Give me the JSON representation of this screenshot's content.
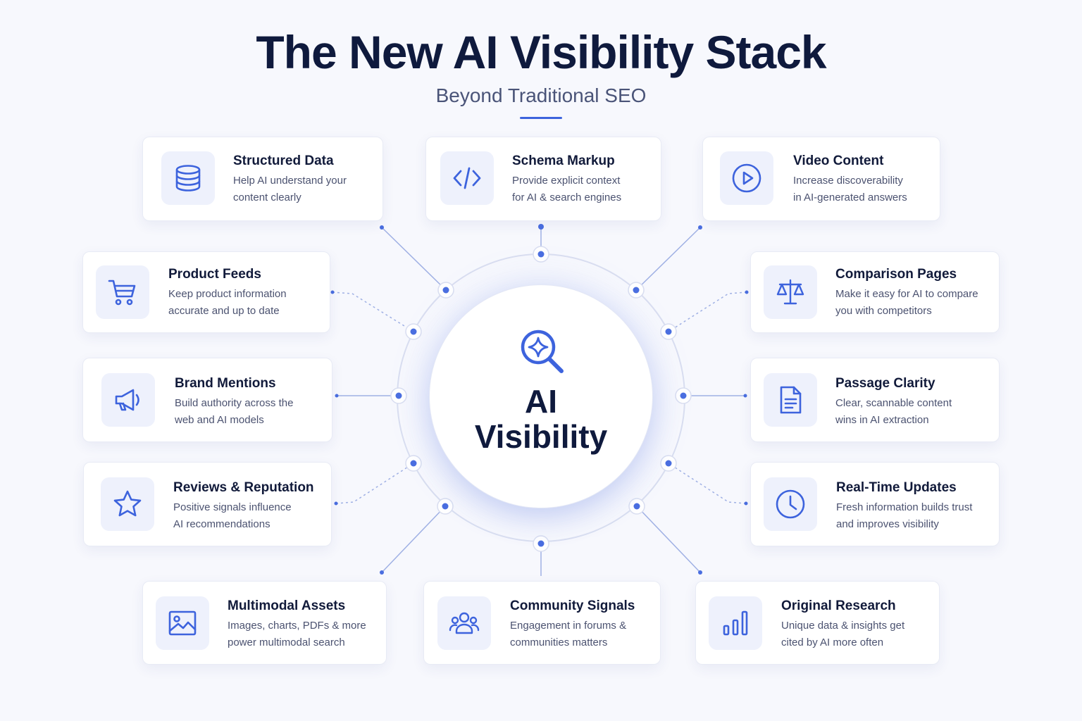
{
  "header": {
    "title": "The New AI Visibility Stack",
    "subtitle": "Beyond Traditional SEO"
  },
  "hub": {
    "label_line1": "AI",
    "label_line2": "Visibility",
    "icon": "sparkle-search-icon"
  },
  "colors": {
    "accent": "#3d63dd",
    "title": "#0f1a3d",
    "background": "#f7f8fd"
  },
  "cards": [
    {
      "key": "structured-data",
      "title": "Structured Data",
      "line1": "Help AI understand your",
      "line2": "content clearly",
      "icon": "database-icon"
    },
    {
      "key": "schema-markup",
      "title": "Schema Markup",
      "line1": "Provide explicit context",
      "line2": "for AI & search engines",
      "icon": "code-icon"
    },
    {
      "key": "video-content",
      "title": "Video Content",
      "line1": "Increase discoverability",
      "line2": "in AI-generated answers",
      "icon": "play-icon"
    },
    {
      "key": "product-feeds",
      "title": "Product Feeds",
      "line1": "Keep product information",
      "line2": "accurate and up to date",
      "icon": "cart-icon"
    },
    {
      "key": "comparison-pages",
      "title": "Comparison Pages",
      "line1": "Make it easy for AI to compare",
      "line2": "you with competitors",
      "icon": "scales-icon"
    },
    {
      "key": "brand-mentions",
      "title": "Brand Mentions",
      "line1": "Build authority across the",
      "line2": "web and AI models",
      "icon": "megaphone-icon"
    },
    {
      "key": "passage-clarity",
      "title": "Passage Clarity",
      "line1": "Clear, scannable content",
      "line2": "wins in AI extraction",
      "icon": "document-icon"
    },
    {
      "key": "reviews-reputation",
      "title": "Reviews & Reputation",
      "line1": "Positive signals influence",
      "line2": "AI recommendations",
      "icon": "star-icon"
    },
    {
      "key": "real-time-updates",
      "title": "Real-Time Updates",
      "line1": "Fresh information builds trust",
      "line2": "and improves visibility",
      "icon": "clock-icon"
    },
    {
      "key": "multimodal-assets",
      "title": "Multimodal Assets",
      "line1": "Images, charts, PDFs & more",
      "line2": "power multimodal search",
      "icon": "image-icon"
    },
    {
      "key": "community-signals",
      "title": "Community Signals",
      "line1": "Engagement in forums &",
      "line2": "communities matters",
      "icon": "users-icon"
    },
    {
      "key": "original-research",
      "title": "Original Research",
      "line1": "Unique data & insights get",
      "line2": "cited by AI more often",
      "icon": "bar-chart-icon"
    }
  ]
}
